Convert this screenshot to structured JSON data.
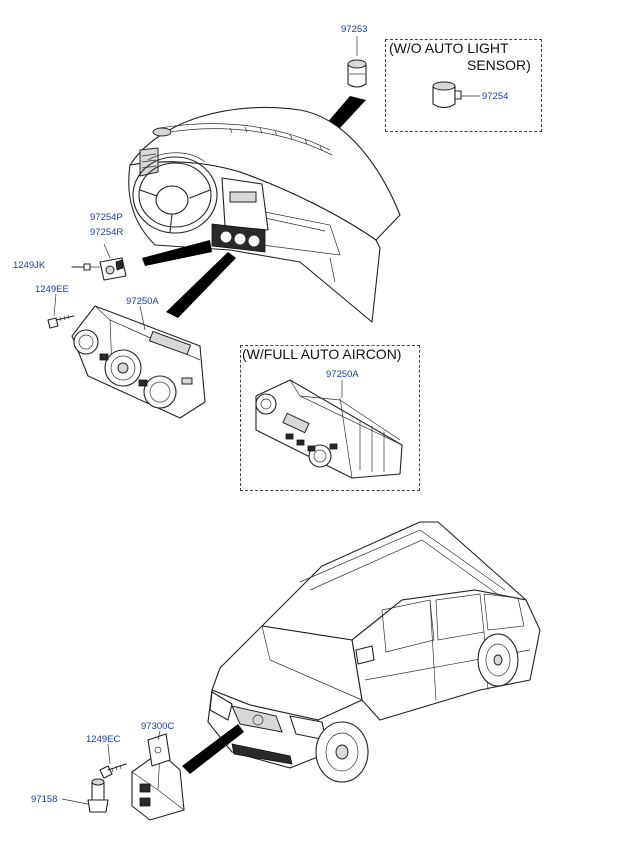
{
  "captions": {
    "wo_auto_light_line1": "(W/O AUTO LIGHT",
    "wo_auto_light_line2": "SENSOR)",
    "full_auto_aircon": "(W/FULL AUTO AIRCON)"
  },
  "labels": {
    "p97253": "97253",
    "p97254": "97254",
    "p97254P": "97254P",
    "p97254R": "97254R",
    "p1249JK": "1249JK",
    "p1249EE": "1249EE",
    "p97250A_main": "97250A",
    "p97250A_auto": "97250A",
    "p1249EC": "1249EC",
    "p97300C": "97300C",
    "p97158": "97158"
  },
  "colors": {
    "label_text": "#1a3fa0",
    "caption_text": "#111111",
    "line_art": "#222222",
    "leader_arrow": "#000000"
  }
}
